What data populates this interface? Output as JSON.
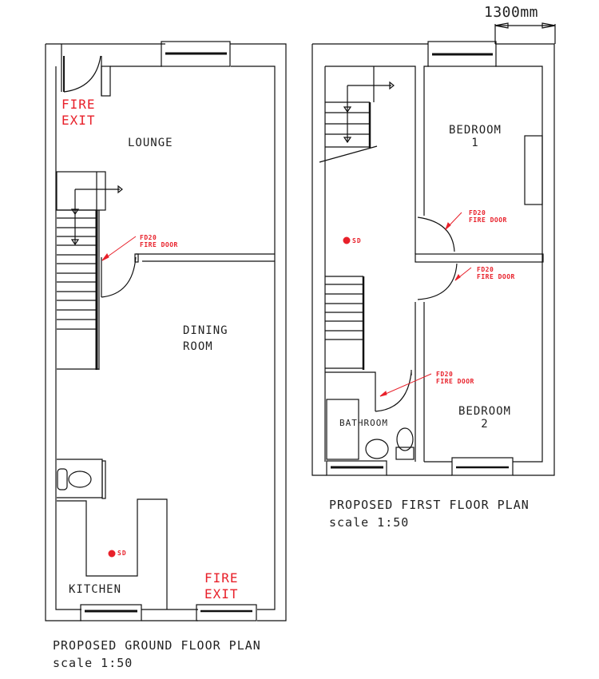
{
  "dimension": {
    "label": "1300mm"
  },
  "ground_floor": {
    "title": "PROPOSED GROUND FLOOR PLAN",
    "scale": "scale 1:50",
    "rooms": {
      "lounge": "LOUNGE",
      "dining_line1": "DINING",
      "dining_line2": "ROOM",
      "kitchen": "KITCHEN"
    },
    "fire_exit_top": {
      "line1": "FIRE",
      "line2": "EXIT"
    },
    "fire_exit_bottom": {
      "line1": "FIRE",
      "line2": "EXIT"
    },
    "fire_door": {
      "line1": "FD20",
      "line2": "FIRE DOOR"
    },
    "smoke_detector": "SD"
  },
  "first_floor": {
    "title": "PROPOSED FIRST FLOOR PLAN",
    "scale": "scale 1:50",
    "rooms": {
      "bedroom1_line1": "BEDROOM",
      "bedroom1_line2": "1",
      "bedroom2_line1": "BEDROOM",
      "bedroom2_line2": "2",
      "bathroom": "BATHROOM"
    },
    "fire_doors": [
      {
        "line1": "FD20",
        "line2": "FIRE DOOR"
      },
      {
        "line1": "FD20",
        "line2": "FIRE DOOR"
      },
      {
        "line1": "FD20",
        "line2": "FIRE DOOR"
      }
    ],
    "smoke_detector": "SD"
  },
  "colors": {
    "line": "#111111",
    "annotation": "#e8202a",
    "background": "#ffffff"
  }
}
